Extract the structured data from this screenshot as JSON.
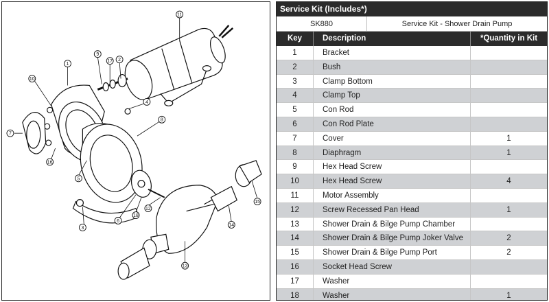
{
  "kit": {
    "title": "Service Kit (Includes*)",
    "code": "SK880",
    "name": "Service Kit - Shower Drain Pump",
    "headers": {
      "key": "Key",
      "description": "Description",
      "quantity": "*Quantity in Kit"
    },
    "rows": [
      {
        "key": "1",
        "description": "Bracket",
        "quantity": ""
      },
      {
        "key": "2",
        "description": "Bush",
        "quantity": ""
      },
      {
        "key": "3",
        "description": "Clamp Bottom",
        "quantity": ""
      },
      {
        "key": "4",
        "description": "Clamp Top",
        "quantity": ""
      },
      {
        "key": "5",
        "description": "Con Rod",
        "quantity": ""
      },
      {
        "key": "6",
        "description": "Con Rod Plate",
        "quantity": ""
      },
      {
        "key": "7",
        "description": "Cover",
        "quantity": "1"
      },
      {
        "key": "8",
        "description": "Diaphragm",
        "quantity": "1"
      },
      {
        "key": "9",
        "description": "Hex Head Screw",
        "quantity": ""
      },
      {
        "key": "10",
        "description": "Hex Head Screw",
        "quantity": "4"
      },
      {
        "key": "11",
        "description": "Motor Assembly",
        "quantity": ""
      },
      {
        "key": "12",
        "description": "Screw Recessed Pan Head",
        "quantity": "1"
      },
      {
        "key": "13",
        "description": "Shower Drain & Bilge Pump Chamber",
        "quantity": ""
      },
      {
        "key": "14",
        "description": "Shower Drain & Bilge Pump Joker Valve",
        "quantity": "2"
      },
      {
        "key": "15",
        "description": "Shower Drain & Bilge Pump Port",
        "quantity": "2"
      },
      {
        "key": "16",
        "description": "Socket Head Screw",
        "quantity": ""
      },
      {
        "key": "17",
        "description": "Washer",
        "quantity": ""
      },
      {
        "key": "18",
        "description": "Washer",
        "quantity": "1"
      }
    ]
  },
  "diagram": {
    "callouts": [
      "1",
      "2",
      "3",
      "4",
      "5",
      "6",
      "7",
      "8",
      "9",
      "10",
      "11",
      "12",
      "13",
      "14",
      "15",
      "16",
      "17",
      "18"
    ]
  }
}
